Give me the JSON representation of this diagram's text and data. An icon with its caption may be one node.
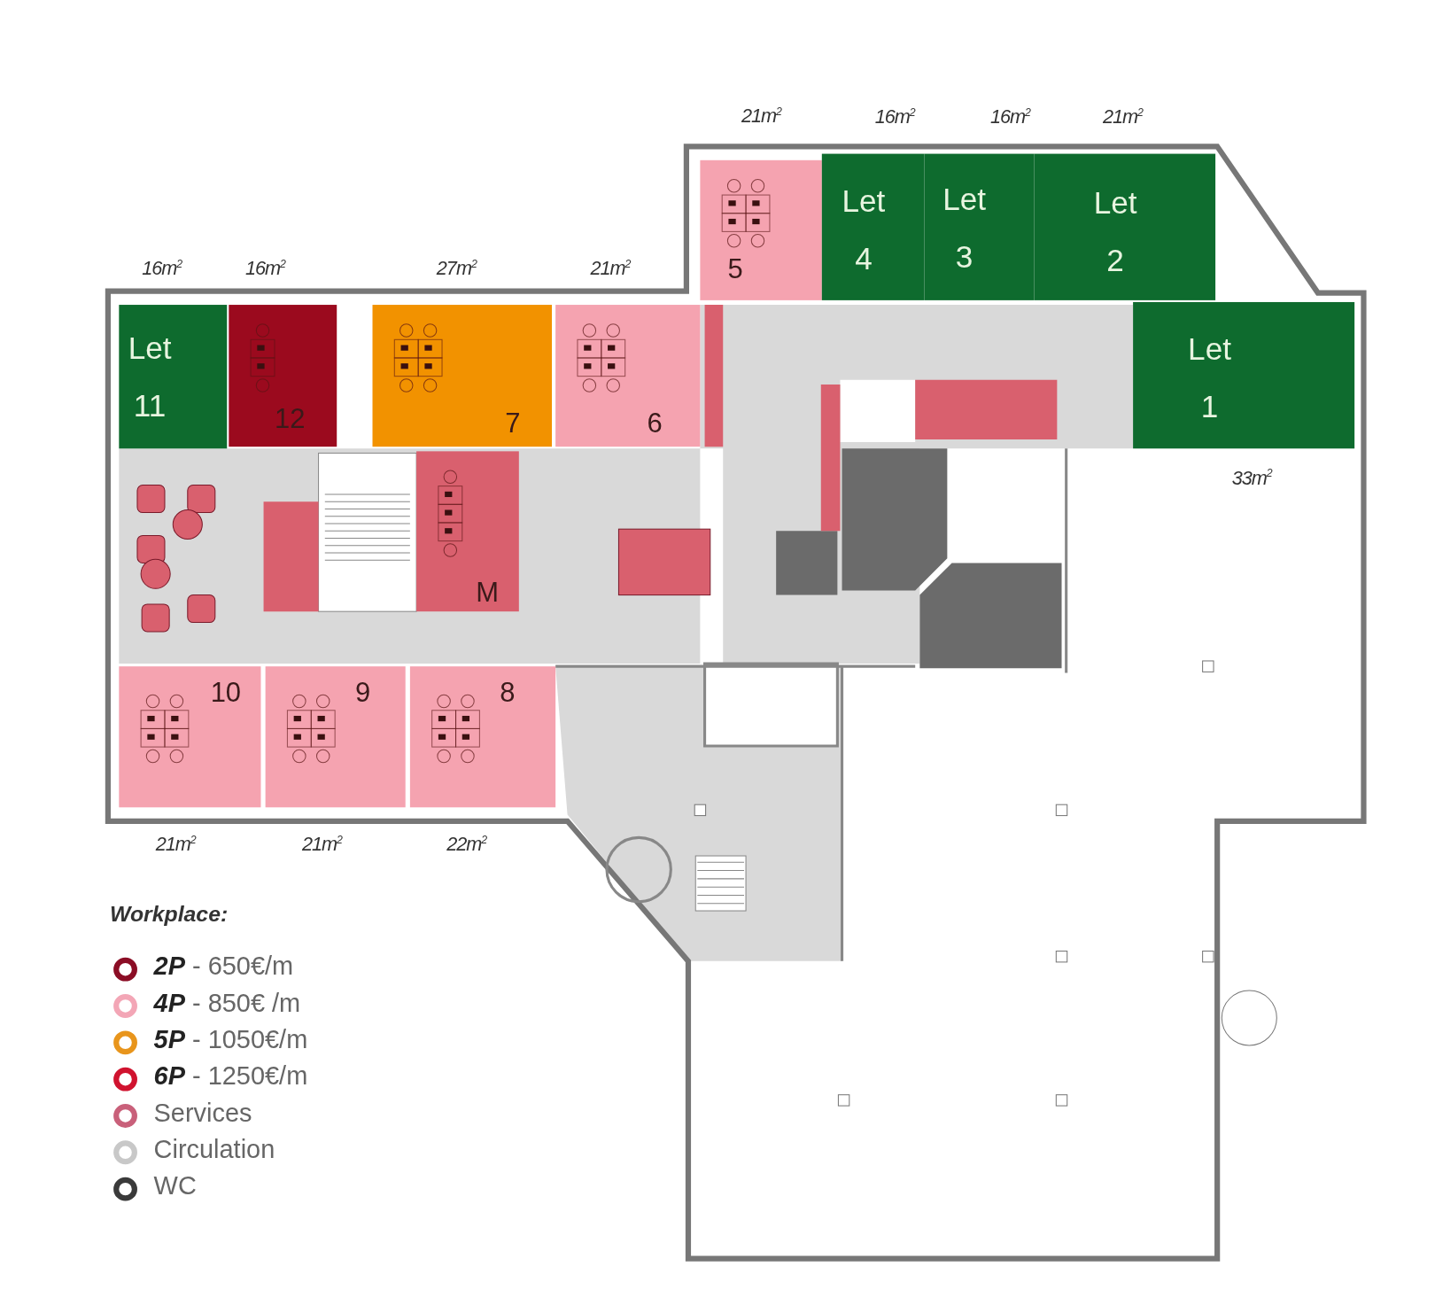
{
  "diagram": {
    "nodes": [
      {
        "text": [
          "5"
        ],
        "beside": [
          "21m$^{2}$"
        ]
      },
      {
        "text": [
          "Let 4"
        ],
        "beside": [
          "16m$^{2}$"
        ]
      },
      {
        "text": [
          "Let 3"
        ],
        "beside": [
          "16m$^{2}$"
        ]
      },
      {
        "text": [
          "Let 2"
        ],
        "beside": [
          "21m$^{2}$"
        ]
      },
      {
        "text": [
          "Let 11"
        ],
        "beside": [
          "16m$^{2}$"
        ]
      },
      {
        "text": [
          "12"
        ],
        "beside": [
          "16m$^{2}$"
        ]
      },
      {
        "text": [
          "7"
        ],
        "beside": [
          "27m$^{2}$"
        ]
      },
      {
        "text": [
          "6"
        ],
        "beside": [
          "21m$^{2}$"
        ]
      },
      {
        "text": [
          "Let 1"
        ],
        "beside": [
          "33m$^{2}$"
        ]
      },
      {
        "text": [
          "M"
        ]
      },
      {
        "text": [
          "10"
        ],
        "beside": [
          "21m$^{2}$"
        ]
      },
      {
        "text": [
          "9"
        ],
        "beside": [
          "21m$^{2}$"
        ]
      },
      {
        "text": [
          "8"
        ],
        "beside": [
          "22m$^{2}$"
        ]
      }
    ],
    "labels": [
      "Workplace:"
    ],
    "legend": [
      {
        "text": "**2P** - 650€/m",
        "color": "#8b0d25"
      },
      {
        "text": "**4P** - 850€ /m",
        "color": "#f3a6b6"
      },
      {
        "text": "**5P** - 1050€/m",
        "color": "#e8951c"
      },
      {
        "text": "**6P** - 1250€/m",
        "color": "#d0132f"
      },
      {
        "text": "Services",
        "color": "#c9607a"
      },
      {
        "text": "Circulation",
        "color": "#c8c8c8"
      },
      {
        "text": "WC",
        "color": "#3a3a3a"
      }
    ]
  }
}
